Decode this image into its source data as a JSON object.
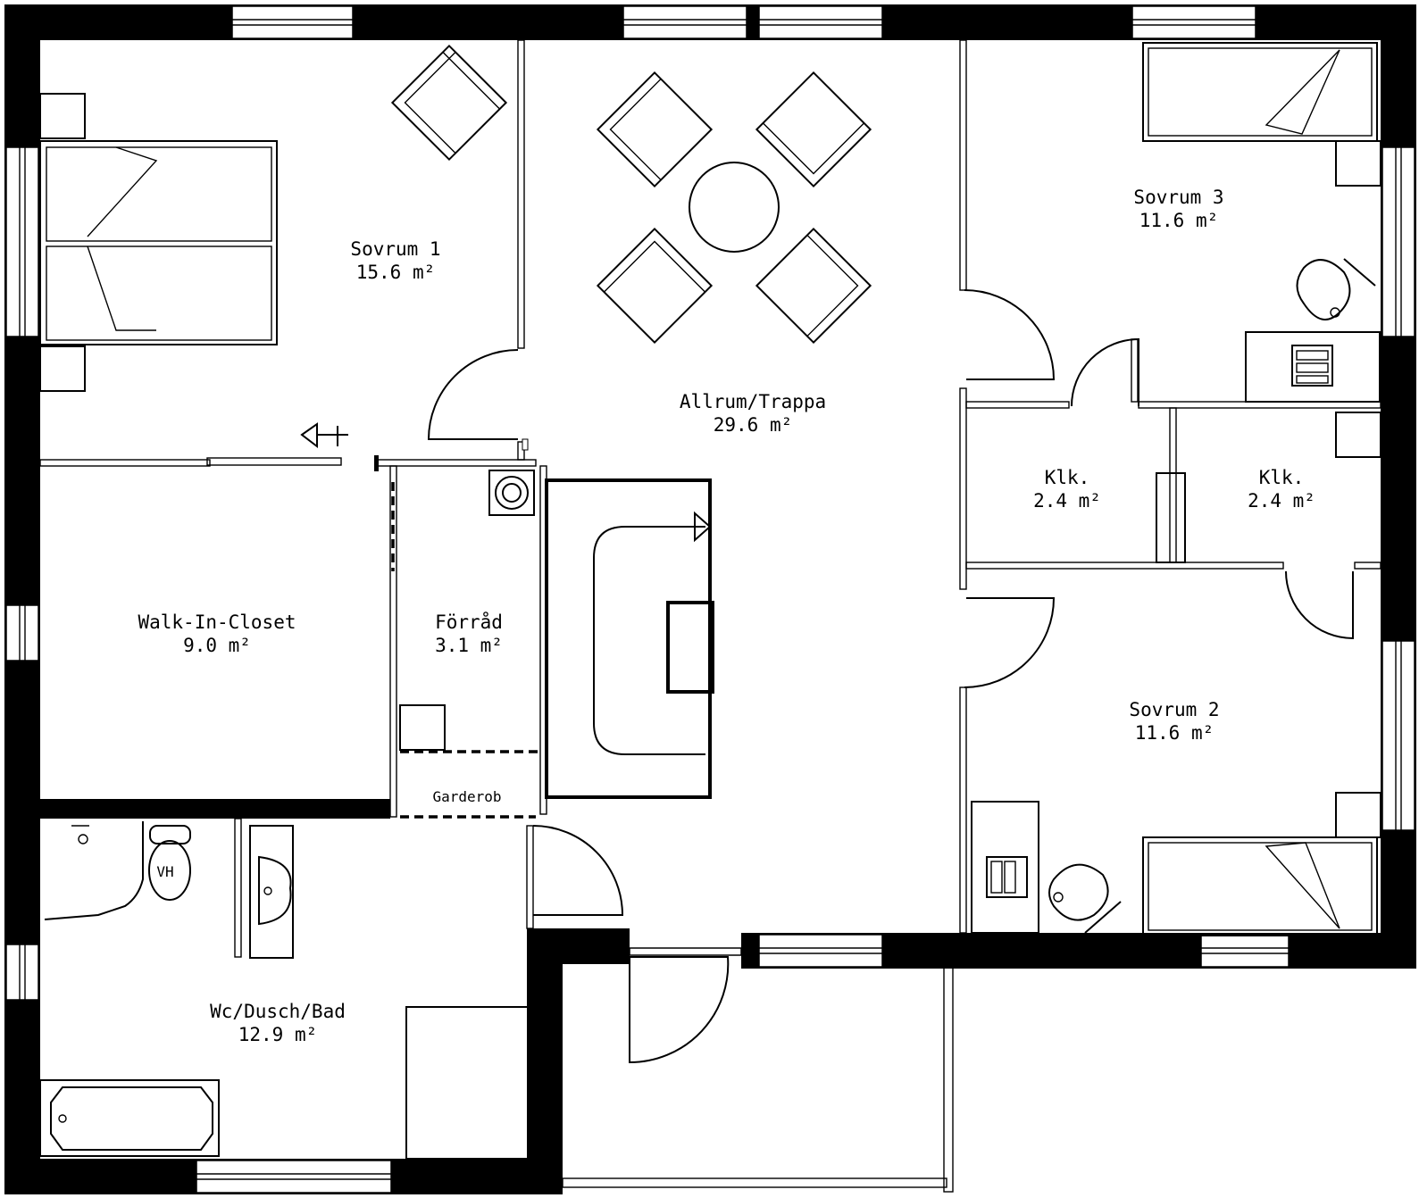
{
  "rooms": {
    "sovrum1": {
      "name": "Sovrum 1",
      "area": "15.6 m²"
    },
    "allrum": {
      "name": "Allrum/Trappa",
      "area": "29.6 m²"
    },
    "sovrum3": {
      "name": "Sovrum 3",
      "area": "11.6 m²"
    },
    "klk1": {
      "name": "Klk.",
      "area": "2.4 m²"
    },
    "klk2": {
      "name": "Klk.",
      "area": "2.4 m²"
    },
    "walkin": {
      "name": "Walk-In-Closet",
      "area": "9.0 m²"
    },
    "forrad": {
      "name": "Förråd",
      "area": "3.1 m²"
    },
    "sovrum2": {
      "name": "Sovrum 2",
      "area": "11.6 m²"
    },
    "wc": {
      "name": "Wc/Dusch/Bad",
      "area": "12.9 m²"
    }
  },
  "fixtures": {
    "garderob": "Garderob",
    "toilet": "VH"
  }
}
